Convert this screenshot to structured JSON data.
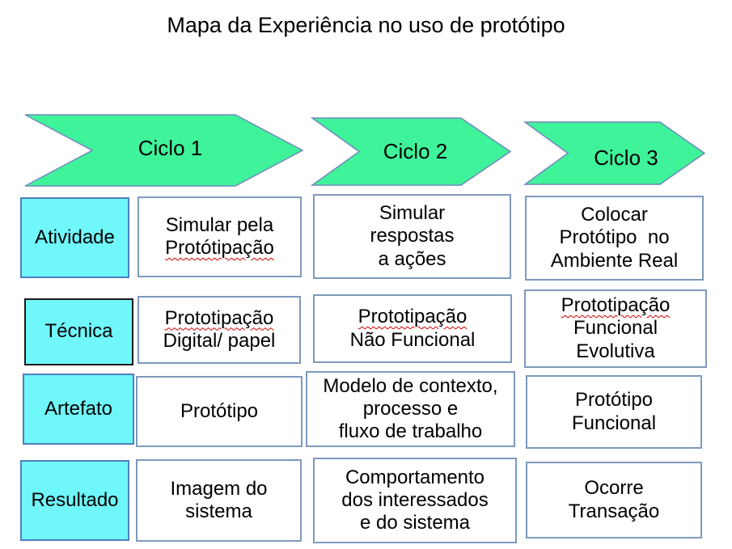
{
  "title": "Mapa da Experiência no uso de protótipo",
  "colors": {
    "arrow_fill": "#3ff39a",
    "arrow_border": "#7189bd",
    "header_fill": "#6ff7fa",
    "header_border": "#4d7fbe",
    "tecnica_border": "#1a1a1a",
    "box_border": "#7e99bd",
    "misspell": "#d40000"
  },
  "cycles": [
    {
      "label": "Ciclo 1"
    },
    {
      "label": "Ciclo 2"
    },
    {
      "label": "Ciclo 3"
    }
  ],
  "matrix": {
    "rows": [
      {
        "header": "Atividade",
        "cells": [
          {
            "lines": [
              {
                "t": "Simular pela"
              },
              {
                "t": "Protótipação",
                "misspelled": true
              }
            ]
          },
          {
            "lines": [
              {
                "t": "Simular"
              },
              {
                "t": "respostas"
              },
              {
                "t": "a ações"
              }
            ]
          },
          {
            "lines": [
              {
                "t": "Colocar"
              },
              {
                "t": "Protótipo  no"
              },
              {
                "t": "Ambiente Real"
              }
            ]
          }
        ]
      },
      {
        "header": "Técnica",
        "cells": [
          {
            "lines": [
              {
                "t": "Prototipação",
                "misspelled": true
              },
              {
                "t": "Digital/ papel"
              }
            ]
          },
          {
            "lines": [
              {
                "t": "Prototipação",
                "misspelled": true
              },
              {
                "t": "Não Funcional"
              }
            ]
          },
          {
            "lines": [
              {
                "t": "Prototipação",
                "misspelled": true
              },
              {
                "t": "Funcional"
              },
              {
                "t": "Evolutiva"
              }
            ]
          }
        ]
      },
      {
        "header": "Artefato",
        "cells": [
          {
            "lines": [
              {
                "t": "Protótipo"
              }
            ]
          },
          {
            "lines": [
              {
                "t": "Modelo de contexto,"
              },
              {
                "t": "processo e"
              },
              {
                "t": "fluxo de trabalho"
              }
            ]
          },
          {
            "lines": [
              {
                "t": "Protótipo"
              },
              {
                "t": "Funcional"
              }
            ]
          }
        ]
      },
      {
        "header": "Resultado",
        "cells": [
          {
            "lines": [
              {
                "t": "Imagem do"
              },
              {
                "t": "sistema"
              }
            ]
          },
          {
            "lines": [
              {
                "t": "Comportamento"
              },
              {
                "t": "dos interessados"
              },
              {
                "t": "e do sistema"
              }
            ]
          },
          {
            "lines": [
              {
                "t": "Ocorre"
              },
              {
                "t": "Transação"
              }
            ]
          }
        ]
      }
    ]
  }
}
